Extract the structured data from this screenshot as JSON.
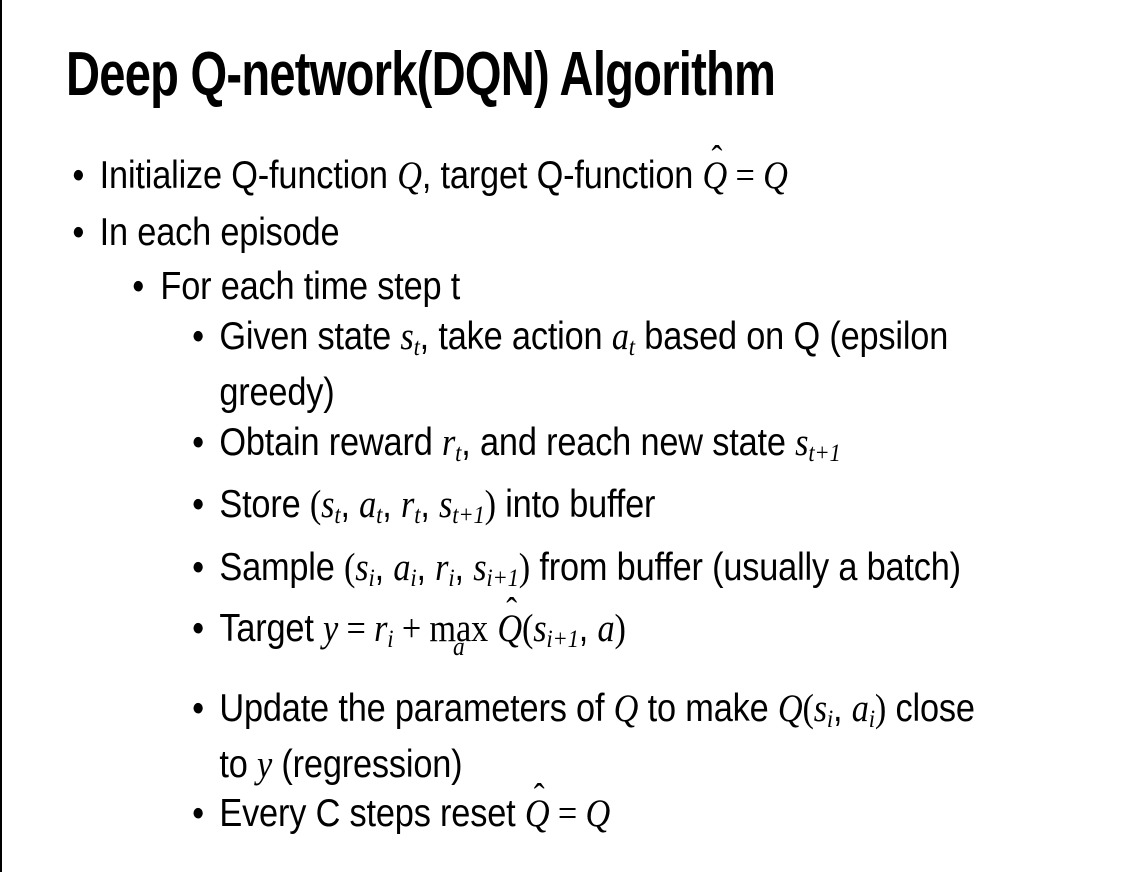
{
  "slide": {
    "title": "Deep Q-network(DQN) Algorithm",
    "bullet_char": "•",
    "colors": {
      "text": "#000000",
      "background": "#ffffff",
      "edge": "#000000"
    },
    "bullets": [
      {
        "id": "initialize",
        "level": 1,
        "segments": [
          {
            "k": "p",
            "x": "Initialize Q-function "
          },
          {
            "k": "m",
            "x": "Q"
          },
          {
            "k": "p",
            "x": ", target Q-function "
          },
          {
            "k": "hat",
            "x": "Q"
          },
          {
            "k": "d",
            "x": " = "
          },
          {
            "k": "m",
            "x": "Q"
          }
        ]
      },
      {
        "id": "episode",
        "level": 1,
        "segments": [
          {
            "k": "p",
            "x": "In each episode"
          }
        ]
      },
      {
        "id": "timestep",
        "level": 2,
        "segments": [
          {
            "k": "p",
            "x": "For each time step t"
          }
        ]
      },
      {
        "id": "action",
        "level": 3,
        "segments": [
          {
            "k": "p",
            "x": "Given state "
          },
          {
            "k": "m",
            "x": "s"
          },
          {
            "k": "sub",
            "x": "t"
          },
          {
            "k": "p",
            "x": ", take action "
          },
          {
            "k": "m",
            "x": "a"
          },
          {
            "k": "sub",
            "x": "t"
          },
          {
            "k": "p",
            "x": " based on Q (epsilon"
          },
          {
            "k": "br"
          },
          {
            "k": "p",
            "x": "greedy)"
          }
        ]
      },
      {
        "id": "reward",
        "level": 3,
        "segments": [
          {
            "k": "p",
            "x": "Obtain reward "
          },
          {
            "k": "m",
            "x": "r"
          },
          {
            "k": "sub",
            "x": "t"
          },
          {
            "k": "p",
            "x": ", and reach new state "
          },
          {
            "k": "m",
            "x": "s"
          },
          {
            "k": "sub",
            "x": "t+1"
          }
        ]
      },
      {
        "id": "store",
        "level": 3,
        "segments": [
          {
            "k": "p",
            "x": "Store "
          },
          {
            "k": "d",
            "x": "("
          },
          {
            "k": "m",
            "x": "s"
          },
          {
            "k": "sub",
            "x": "t"
          },
          {
            "k": "p",
            "x": ", "
          },
          {
            "k": "m",
            "x": "a"
          },
          {
            "k": "sub",
            "x": "t"
          },
          {
            "k": "p",
            "x": ", "
          },
          {
            "k": "m",
            "x": "r"
          },
          {
            "k": "sub",
            "x": "t"
          },
          {
            "k": "p",
            "x": ", "
          },
          {
            "k": "m",
            "x": "s"
          },
          {
            "k": "sub",
            "x": "t+1"
          },
          {
            "k": "d",
            "x": ")"
          },
          {
            "k": "p",
            "x": " into buffer"
          }
        ]
      },
      {
        "id": "sample",
        "level": 3,
        "segments": [
          {
            "k": "p",
            "x": "Sample "
          },
          {
            "k": "d",
            "x": "("
          },
          {
            "k": "m",
            "x": "s"
          },
          {
            "k": "sub",
            "x": "i"
          },
          {
            "k": "p",
            "x": ", "
          },
          {
            "k": "m",
            "x": "a"
          },
          {
            "k": "sub",
            "x": "i"
          },
          {
            "k": "p",
            "x": ", "
          },
          {
            "k": "m",
            "x": "r"
          },
          {
            "k": "sub",
            "x": "i"
          },
          {
            "k": "p",
            "x": ", "
          },
          {
            "k": "m",
            "x": "s"
          },
          {
            "k": "sub",
            "x": "i+1"
          },
          {
            "k": "d",
            "x": ")"
          },
          {
            "k": "p",
            "x": " from buffer (usually a batch)"
          }
        ]
      },
      {
        "id": "target",
        "level": 3,
        "segments": [
          {
            "k": "p",
            "x": "Target "
          },
          {
            "k": "m",
            "x": "y"
          },
          {
            "k": "d",
            "x": " = "
          },
          {
            "k": "m",
            "x": "r"
          },
          {
            "k": "sub",
            "x": "i"
          },
          {
            "k": "d",
            "x": " + "
          },
          {
            "k": "max",
            "x": "max",
            "u": "a"
          },
          {
            "k": "p",
            "x": " "
          },
          {
            "k": "hat",
            "x": "Q"
          },
          {
            "k": "d",
            "x": "("
          },
          {
            "k": "m",
            "x": "s"
          },
          {
            "k": "sub",
            "x": "i+1"
          },
          {
            "k": "p",
            "x": ", "
          },
          {
            "k": "m",
            "x": "a"
          },
          {
            "k": "d",
            "x": ")"
          }
        ]
      },
      {
        "id": "update",
        "level": 3,
        "segments": [
          {
            "k": "p",
            "x": "Update the parameters of "
          },
          {
            "k": "m",
            "x": "Q"
          },
          {
            "k": "p",
            "x": " to make "
          },
          {
            "k": "m",
            "x": "Q"
          },
          {
            "k": "d",
            "x": "("
          },
          {
            "k": "m",
            "x": "s"
          },
          {
            "k": "sub",
            "x": "i"
          },
          {
            "k": "p",
            "x": ", "
          },
          {
            "k": "m",
            "x": "a"
          },
          {
            "k": "sub",
            "x": "i"
          },
          {
            "k": "d",
            "x": ")"
          },
          {
            "k": "p",
            "x": " close"
          },
          {
            "k": "br"
          },
          {
            "k": "p",
            "x": "to "
          },
          {
            "k": "m",
            "x": "y"
          },
          {
            "k": "p",
            "x": " (regression)"
          }
        ]
      },
      {
        "id": "reset",
        "level": 3,
        "segments": [
          {
            "k": "p",
            "x": "Every C steps reset "
          },
          {
            "k": "hat",
            "x": "Q"
          },
          {
            "k": "d",
            "x": " = "
          },
          {
            "k": "m",
            "x": "Q"
          }
        ]
      }
    ]
  }
}
